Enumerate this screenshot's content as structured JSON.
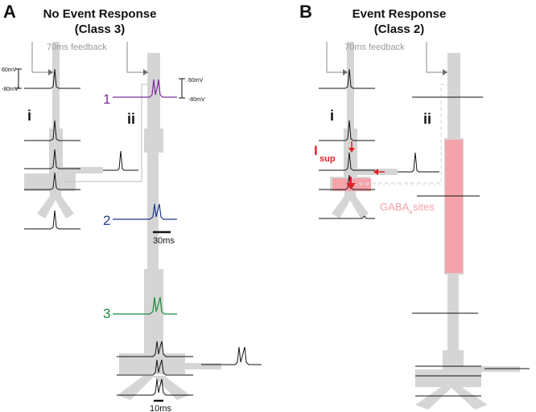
{
  "panels": [
    {
      "letter": "A",
      "title_line1": "No Event Response",
      "title_line2": "(Class 3)",
      "feedback_label": "70ms feedback",
      "neuron_i_label": "i",
      "neuron_ii_label": "ii",
      "scale_top": "60mV",
      "scale_bottom": "-80mV",
      "sites": [
        {
          "label": "1",
          "color": "#7b2d9e"
        },
        {
          "label": "2",
          "color": "#1f3a8a"
        },
        {
          "label": "3",
          "color": "#1b8a3a"
        }
      ],
      "time_scale_1": "30ms",
      "time_scale_2": "10ms"
    },
    {
      "letter": "B",
      "title_line1": "Event Response",
      "title_line2": "(Class 2)",
      "feedback_label": "70ms feedback",
      "neuron_i_label": "i",
      "neuron_ii_label": "ii",
      "current_label": "I",
      "current_sub": "sup",
      "gaba_label": "GABA",
      "gaba_sub": "a",
      "gaba_suffix": "sites",
      "highlight_color": "#f5a3aa",
      "arrow_color": "#e0212b"
    }
  ]
}
